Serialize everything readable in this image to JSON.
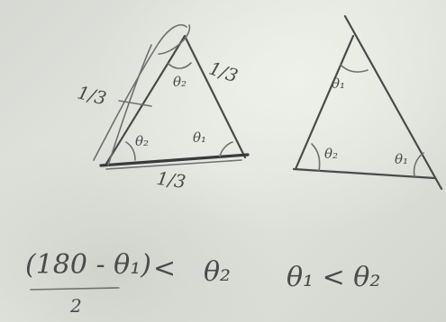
{
  "whiteboard": {
    "left_figure": {
      "side_left": "1/3",
      "side_right": "1/3",
      "side_bottom": "1/3",
      "top_angle": "θ₂",
      "bottom_left_angle": "θ₂",
      "bottom_right_angle": "θ₁"
    },
    "right_figure": {
      "top_angle": "θ₁",
      "bottom_left_angle": "θ₂",
      "bottom_right_angle": "θ₁"
    },
    "inequality_left": {
      "numerator": "(180 - θ₁)",
      "operator": "<",
      "rhs": "θ₂",
      "denominator": "2"
    },
    "inequality_right": "θ₁ < θ₂"
  }
}
